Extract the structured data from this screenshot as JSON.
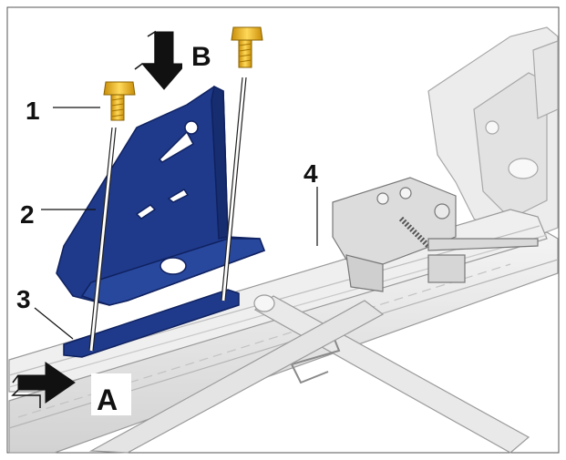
{
  "figure": {
    "callouts": [
      "1",
      "2",
      "3",
      "4"
    ],
    "view_labels": {
      "a": "A",
      "b": "B"
    }
  },
  "colors": {
    "bracket_blue": "#1f3a8a",
    "bracket_dark": "#0f2160",
    "bolt_gold": "#e8b31c",
    "rail_light": "#e9e9e9",
    "rail_outline": "#9a9a9a"
  },
  "icons": [
    "arrow-a-icon",
    "arrow-b-icon",
    "bolt-icon"
  ]
}
